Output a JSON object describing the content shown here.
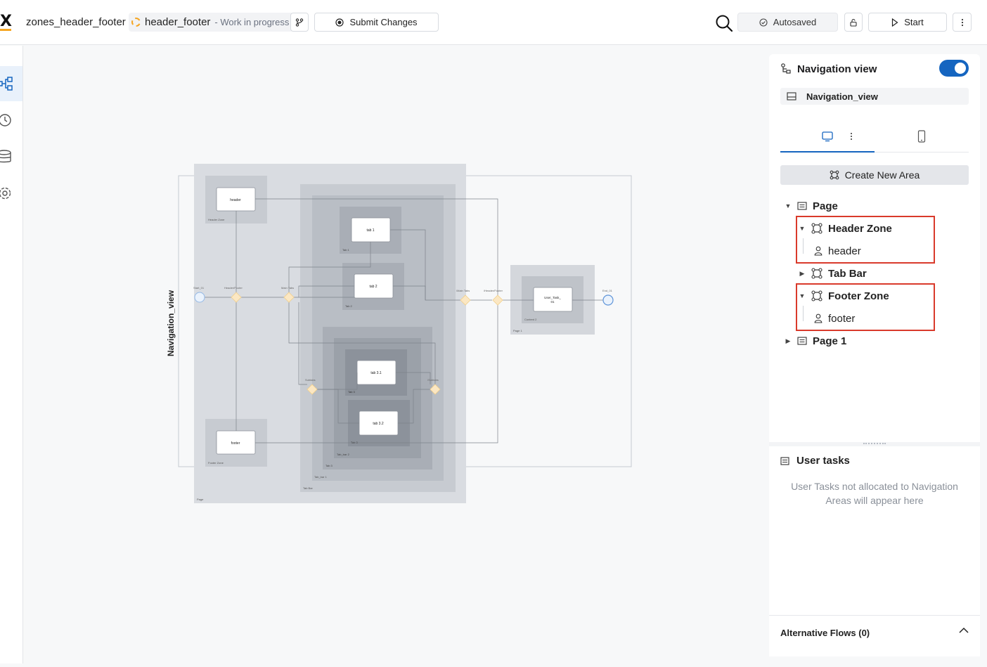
{
  "topbar": {
    "logo": "X",
    "project_name": "zones_header_footer",
    "branch_name": "header_footer",
    "branch_status": "- Work in progress",
    "submit_label": "Submit Changes",
    "autosave_label": "Autosaved",
    "start_label": "Start"
  },
  "rail": {
    "items": [
      "diagram-icon",
      "history-icon",
      "database-icon",
      "settings-icon"
    ],
    "active": "diagram-icon"
  },
  "canvas": {
    "pool_label": "Navigation_view",
    "nodes": {
      "header": "header",
      "header_zone": "Header Zone",
      "footer": "footer",
      "footer_zone": "Footer Zone",
      "tab1": "tab 1",
      "tab1_lane": "Tab 1",
      "tab2": "tab 2",
      "tab2_lane": "Tab 2",
      "tab31": "tab 3.1",
      "tab32": "tab 3.2",
      "tab3": "Tab 3",
      "tabbar1": "Tab_bar 1",
      "tabbar": "Tab Bar",
      "user_task": "User_Task_",
      "user_task_2": "01",
      "content2": "Content 2",
      "page1": "Page 1",
      "page": "Page",
      "tab_3_1": "Tab 3",
      "tab_3_2": "Tab 3",
      "tab_bar_2": "Tab_bar 2"
    },
    "gateways": {
      "start": "Start_01",
      "header_footer": "Header/Footer",
      "main_tabs": "Main Tabs",
      "main_tabs_end": "/Main Tabs",
      "header_footer_end": "/Header/Footer",
      "end": "End_01",
      "subtabs": "Subtabs",
      "subtabs_end": "/Subtabs"
    }
  },
  "panel": {
    "title": "Navigation view",
    "toggle_on": true,
    "subtitle": "Navigation_view",
    "create_area_label": "Create New Area",
    "tree": {
      "page": "Page",
      "header_zone": "Header Zone",
      "header": "header",
      "tab_bar": "Tab Bar",
      "footer_zone": "Footer Zone",
      "footer": "footer",
      "page1": "Page 1"
    },
    "user_tasks_title": "User tasks",
    "user_tasks_empty": "User Tasks not allocated to Navigation Areas will appear here",
    "alt_flows_label": "Alternative Flows (0)"
  },
  "colors": {
    "accent": "#1565c0",
    "highlight": "#d93a2b",
    "wip": "#f5a623"
  }
}
